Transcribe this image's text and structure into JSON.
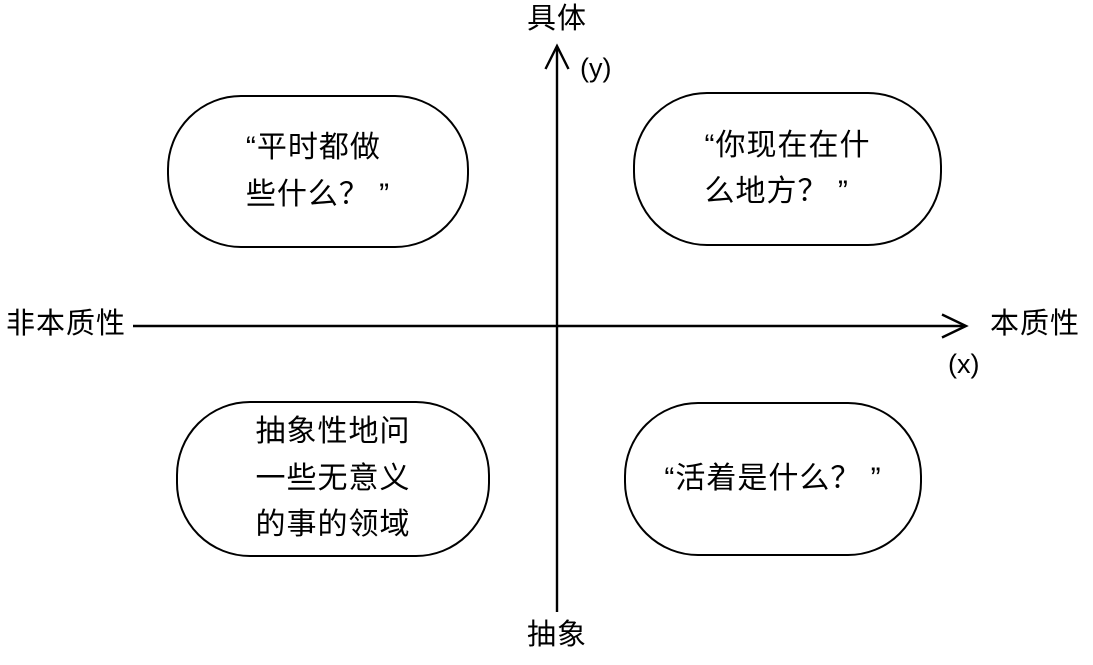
{
  "diagram": {
    "title": "quadrant-diagram-essential-vs-concrete",
    "colors": {
      "line": "#000000",
      "background": "#ffffff",
      "text": "#000000"
    },
    "axes": {
      "top_label": "具体",
      "top_sublabel": "(y)",
      "bottom_label": "抽象",
      "left_label": "非本质性",
      "right_label": "本质性",
      "right_sublabel": "(x)"
    },
    "quadrants": {
      "top_left": "“平时都做\n些什么？ ”",
      "top_right": "“你现在在什\n么地方？ ”",
      "bottom_left": "抽象性地问\n一些无意义\n的事的领域",
      "bottom_right": "“活着是什么？ ”"
    }
  }
}
